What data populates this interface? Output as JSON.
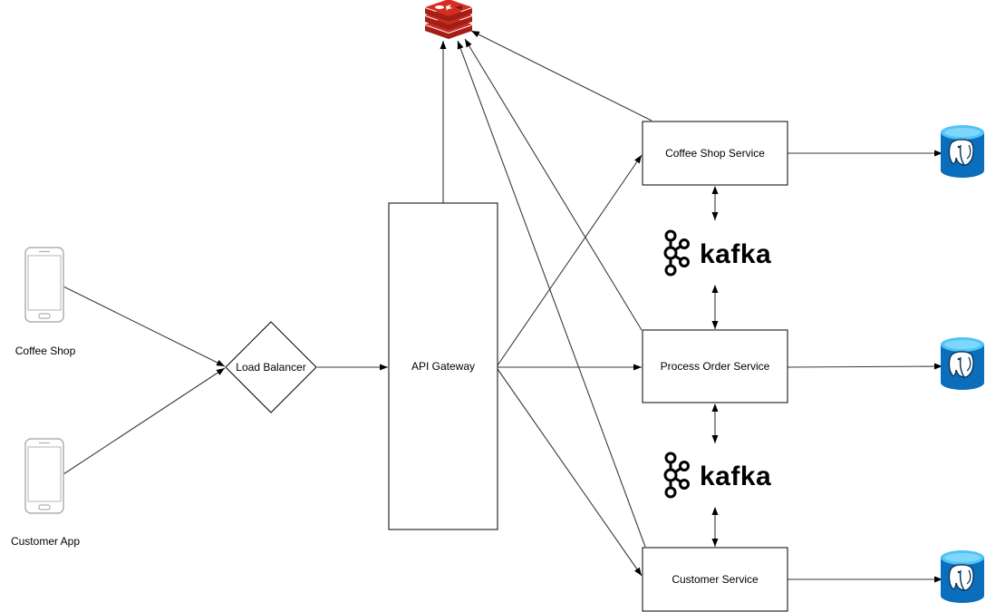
{
  "nodes": {
    "coffee_shop_client": {
      "label": "Coffee Shop",
      "icon": "smartphone-icon"
    },
    "customer_app_client": {
      "label": "Customer App",
      "icon": "smartphone-icon"
    },
    "load_balancer": {
      "label": "Load Balancer"
    },
    "api_gateway": {
      "label": "API Gateway"
    },
    "cache": {
      "icon": "redis-icon"
    },
    "coffee_shop_service": {
      "label": "Coffee Shop Service"
    },
    "process_order_service": {
      "label": "Process Order Service"
    },
    "customer_service": {
      "label": "Customer Service"
    },
    "kafka_top": {
      "label": "kafka",
      "icon": "kafka-icon"
    },
    "kafka_bottom": {
      "label": "kafka",
      "icon": "kafka-icon"
    },
    "db_coffee_shop": {
      "icon": "postgresql-database-icon"
    },
    "db_process_order": {
      "icon": "postgresql-database-icon"
    },
    "db_customer": {
      "icon": "postgresql-database-icon"
    }
  },
  "colors": {
    "redis": "#c6302b",
    "redis_dark": "#a41e11",
    "db_blue": "#0a6ebd",
    "db_light": "#4fc3f7",
    "kafka": "#000000"
  }
}
